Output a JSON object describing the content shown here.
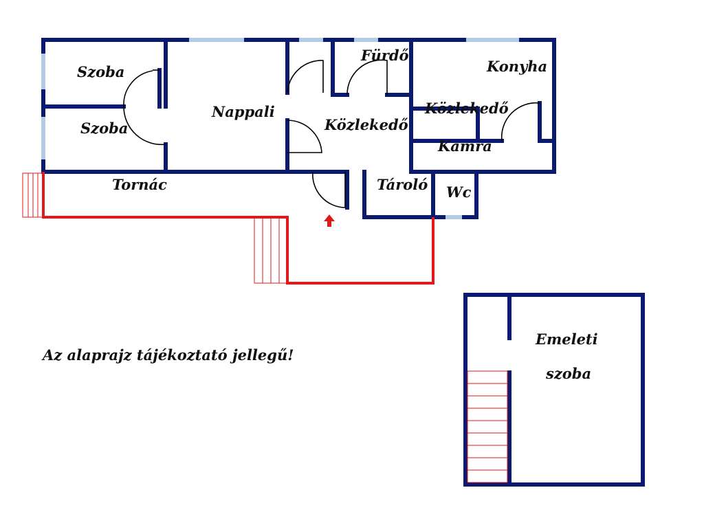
{
  "rooms": {
    "szoba_1": "Szoba",
    "szoba_2": "Szoba",
    "nappali": "Nappali",
    "furdo": "Fürdő",
    "konyha": "Konyha",
    "kozlekedo_1": "Közlekedő",
    "kozlekedo_2": "Közlekedő",
    "kamra": "Kamra",
    "tornac": "Tornác",
    "tarolo": "Tároló",
    "wc": "Wc",
    "emeleti_1": "Emeleti",
    "emeleti_2": "szoba"
  },
  "note": "Az alaprajz tájékoztató jellegű!",
  "colors": {
    "wall": "#0b1a6e",
    "window": "#b4cbe6",
    "terrace": "#e01a1a",
    "door": "#000000"
  },
  "icons": {
    "entrance": "entrance-arrow-icon"
  }
}
